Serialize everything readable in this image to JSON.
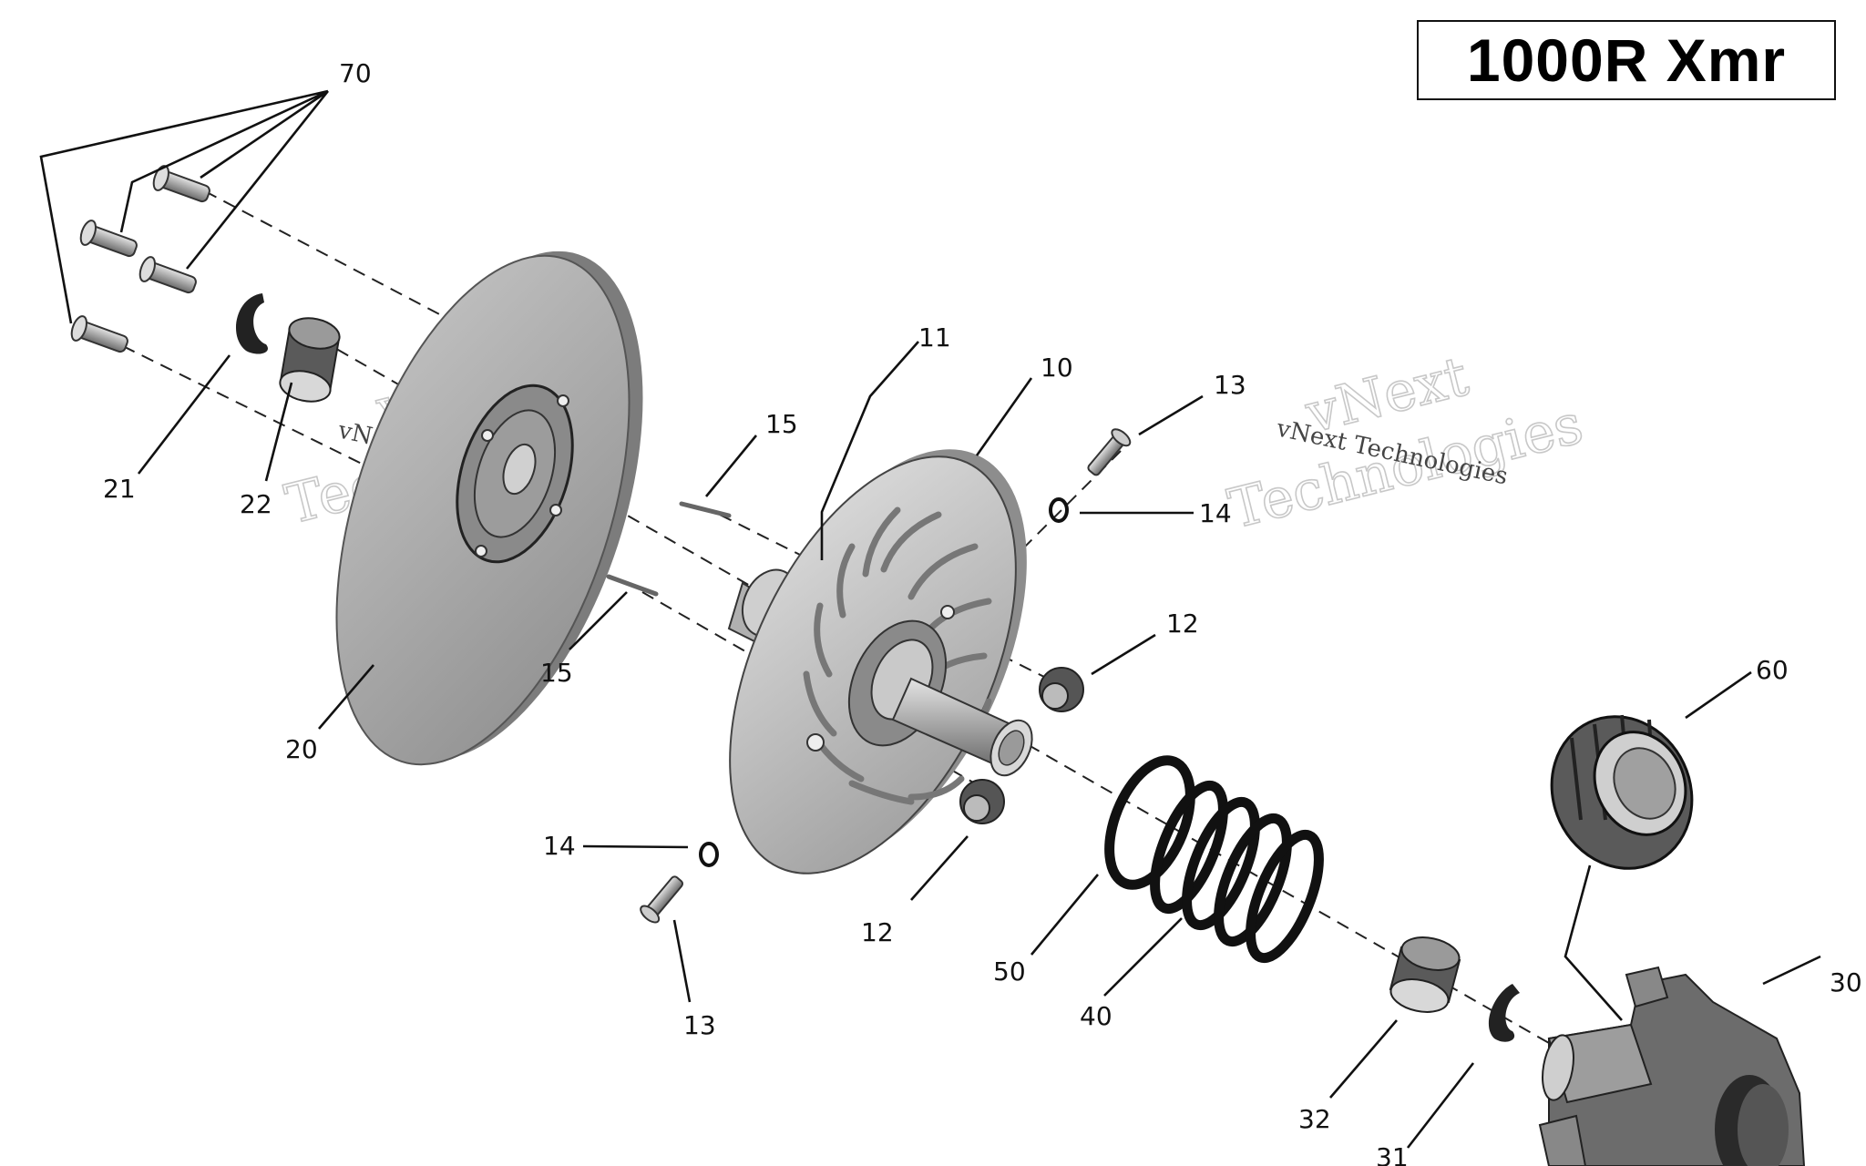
{
  "model_label": "1000R Xmr",
  "watermark": {
    "line1": "vNext",
    "line2": "Technologies",
    "small": "vNext Technologies"
  },
  "callouts": {
    "c70": "70",
    "c21": "21",
    "c22": "22",
    "c20": "20",
    "c15a": "15",
    "c15b": "15",
    "c11": "11",
    "c10": "10",
    "c13a": "13",
    "c14a": "14",
    "c12a": "12",
    "c12b": "12",
    "c14b": "14",
    "c13b": "13",
    "c50": "50",
    "c40": "40",
    "c60": "60",
    "c32": "32",
    "c31": "31",
    "c30": "30"
  },
  "colors": {
    "part_fill": "#a9a9a9",
    "part_dark": "#5a5a5a",
    "part_light": "#d8d8d8",
    "line": "#111111"
  }
}
